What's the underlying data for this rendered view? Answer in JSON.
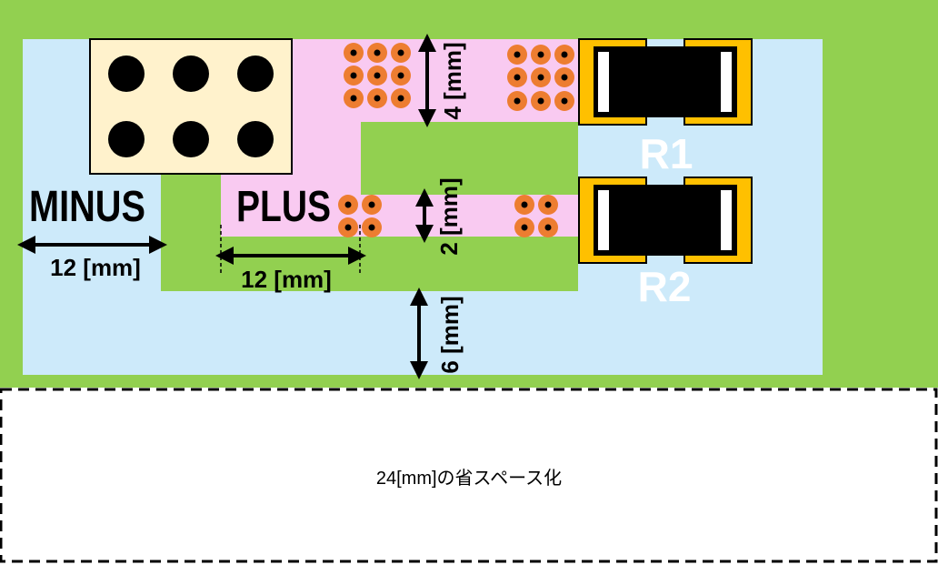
{
  "colors": {
    "board": "#92d050",
    "minus_copper": "#cdeafa",
    "plus_copper": "#f9caf1",
    "connector_body": "#fff2cc",
    "via_ring": "#ed7d31",
    "resistor_pad": "#ffc000",
    "resistor_body": "#000000",
    "label_white": "#ffffff"
  },
  "labels": {
    "minus": "MINUS",
    "plus": "PLUS",
    "r1": "R1",
    "r2": "R2",
    "minus_width": "12 [mm]",
    "plus_width": "12 [mm]",
    "trace_top": "4 [mm]",
    "trace_bottom": "2 [mm]",
    "gap_bottom": "6 [mm]"
  },
  "caption": "24[mm]の省スペース化"
}
